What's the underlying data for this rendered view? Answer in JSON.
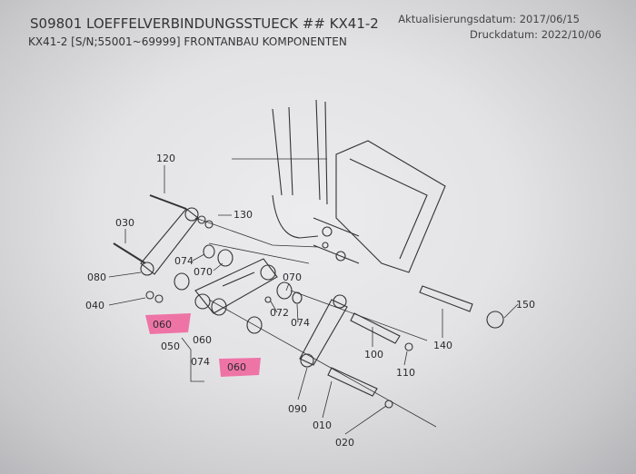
{
  "header": {
    "title": "S09801 LOEFFELVERBINDUNGSSTUECK ## KX41-2",
    "subtitle": "KX41-2 [S/N;55001~69999] FRONTANBAU KOMPONENTEN",
    "update_date": "Aktualisierungsdatum: 2017/06/15",
    "print_date": "Druckdatum: 2022/10/06"
  },
  "highlight_color": "#f0609a",
  "parts": [
    "120",
    "130",
    "030",
    "080",
    "040",
    "074",
    "070",
    "070",
    "072",
    "074",
    "060",
    "050",
    "060",
    "074",
    "060",
    "100",
    "110",
    "140",
    "150",
    "090",
    "010",
    "020"
  ]
}
